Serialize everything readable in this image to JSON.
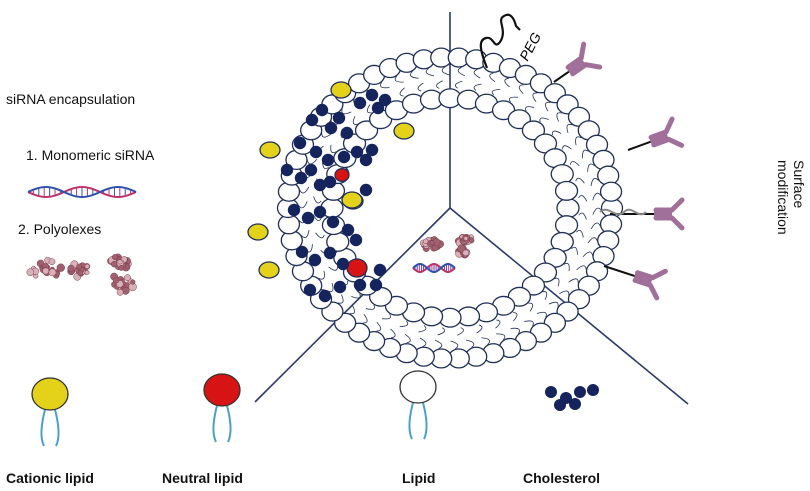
{
  "left_panel": {
    "heading": "siRNA encapsulation",
    "item1": "1. Monomeric siRNA",
    "item2": "2. Polyolexes"
  },
  "right_label": "Surface modification",
  "peg_label": "PEG",
  "legend": [
    {
      "label": "Cationic lipid",
      "color": "#e4d21a"
    },
    {
      "label": "Neutral lipid",
      "color": "#d81313"
    },
    {
      "label": "Lipid",
      "color": "#ffffff"
    },
    {
      "label": "Cholesterol",
      "color": "#1a2a6c"
    }
  ],
  "colors": {
    "lipid_outline": "#1f2f5a",
    "cholesterol": "#16245e",
    "antibody": "#a0709a",
    "tail": "#4aa0c8",
    "sirna_a": "#c0306a",
    "sirna_b": "#3050b0"
  }
}
